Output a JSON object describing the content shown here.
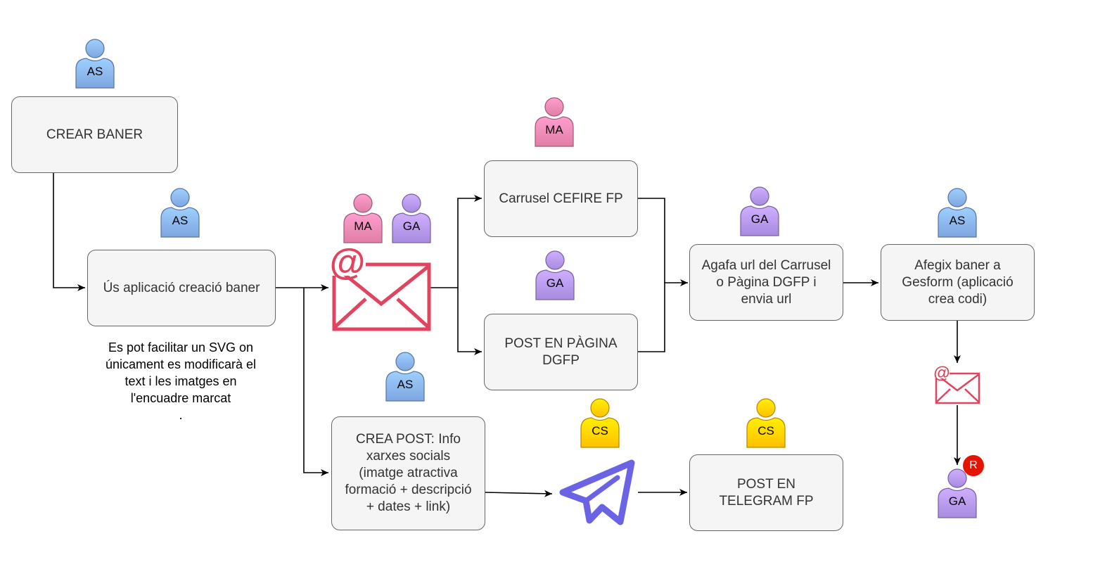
{
  "boxes": {
    "crear_baner": "CREAR BANER",
    "us_aplicacio": "Ús aplicació creació baner",
    "carrusel": "Carrusel CEFIRE FP",
    "post_pagina": "POST EN PÀGINA\nDGFP",
    "agafa_url": "Agafa url del Carrusel\no Pàgina DGFP i\nenvia url",
    "afegix_baner": "Afegix baner a\nGesform (aplicació\ncrea codi)",
    "crea_post": "CREA POST: Info\nxarxes socials\n(imatge atractiva\nformació + descripció\n+ dates + link)",
    "post_telegram": "POST EN\nTELEGRAM FP"
  },
  "note": "Es pot facilitar un SVG on\núnicament es modificarà el\ntext i les imatges en\nl'encuadre marcat\n.",
  "avatars": {
    "as1": "AS",
    "as2": "AS",
    "ma1": "MA",
    "ga1": "GA",
    "ma2": "MA",
    "ga2": "GA",
    "ga3": "GA",
    "as3": "AS",
    "as4": "AS",
    "cs1": "CS",
    "cs2": "CS",
    "ga4": "GA"
  },
  "badge": "R",
  "colors": {
    "as": "#7ea6e0",
    "ma": "#e07ea6",
    "ga": "#a78bdf",
    "cs": "#ffc000",
    "mail": "#e0445e",
    "telegram": "#6a63e6",
    "badge": "#e51400"
  }
}
